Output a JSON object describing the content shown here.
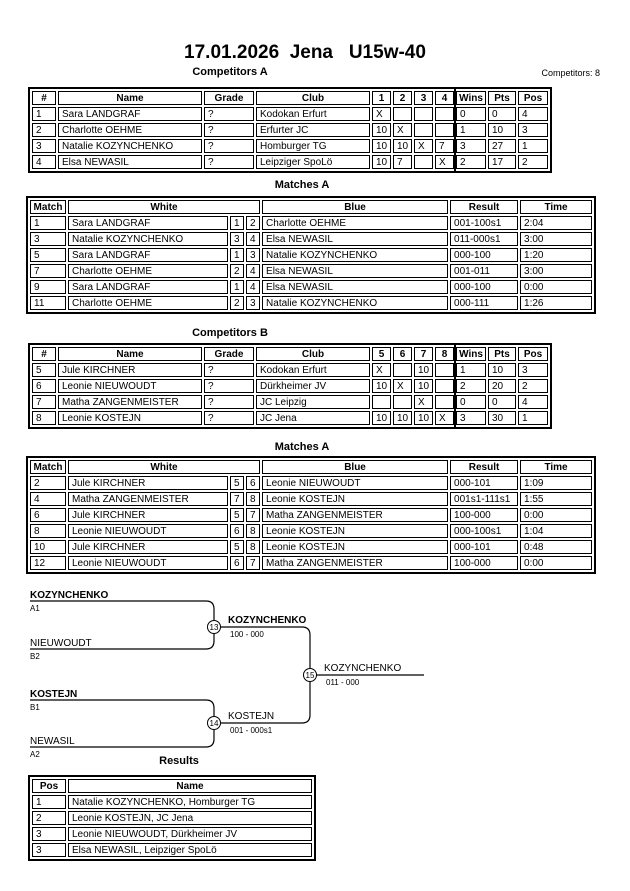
{
  "page": {
    "title": "17.01.2026  Jena   U15w-40",
    "competitors_count": "Competitors: 8"
  },
  "competitors_a": {
    "title": "Competitors A",
    "headers": {
      "no": "#",
      "name": "Name",
      "grade": "Grade",
      "club": "Club",
      "c1": "1",
      "c2": "2",
      "c3": "3",
      "c4": "4",
      "wins": "Wins",
      "pts": "Pts",
      "pos": "Pos"
    },
    "rows": [
      {
        "no": "1",
        "name": "Sara LANDGRAF",
        "grade": "?",
        "club": "Kodokan Erfurt",
        "s1": "X",
        "s2": "",
        "s3": "",
        "s4": "",
        "wins": "0",
        "pts": "0",
        "pos": "4"
      },
      {
        "no": "2",
        "name": "Charlotte OEHME",
        "grade": "?",
        "club": "Erfurter JC",
        "s1": "10",
        "s2": "X",
        "s3": "",
        "s4": "",
        "wins": "1",
        "pts": "10",
        "pos": "3"
      },
      {
        "no": "3",
        "name": "Natalie KOZYNCHENKO",
        "grade": "?",
        "club": "Homburger TG",
        "s1": "10",
        "s2": "10",
        "s3": "X",
        "s4": "7",
        "wins": "3",
        "pts": "27",
        "pos": "1"
      },
      {
        "no": "4",
        "name": "Elsa NEWASIL",
        "grade": "?",
        "club": "Leipziger SpoLö",
        "s1": "10",
        "s2": "7",
        "s3": "",
        "s4": "X",
        "wins": "2",
        "pts": "17",
        "pos": "2"
      }
    ]
  },
  "matches_a": {
    "title": "Matches A",
    "headers": {
      "match": "Match",
      "white": "White",
      "blue": "Blue",
      "result": "Result",
      "time": "Time"
    },
    "rows": [
      {
        "match": "1",
        "white": "Sara LANDGRAF",
        "wn": "1",
        "bn": "2",
        "blue": "Charlotte OEHME",
        "result": "001-100s1",
        "time": "2:04"
      },
      {
        "match": "3",
        "white": "Natalie KOZYNCHENKO",
        "wn": "3",
        "bn": "4",
        "blue": "Elsa NEWASIL",
        "result": "011-000s1",
        "time": "3:00"
      },
      {
        "match": "5",
        "white": "Sara LANDGRAF",
        "wn": "1",
        "bn": "3",
        "blue": "Natalie KOZYNCHENKO",
        "result": "000-100",
        "time": "1:20"
      },
      {
        "match": "7",
        "white": "Charlotte OEHME",
        "wn": "2",
        "bn": "4",
        "blue": "Elsa NEWASIL",
        "result": "001-011",
        "time": "3:00"
      },
      {
        "match": "9",
        "white": "Sara LANDGRAF",
        "wn": "1",
        "bn": "4",
        "blue": "Elsa NEWASIL",
        "result": "000-100",
        "time": "0:00"
      },
      {
        "match": "11",
        "white": "Charlotte OEHME",
        "wn": "2",
        "bn": "3",
        "blue": "Natalie KOZYNCHENKO",
        "result": "000-111",
        "time": "1:26"
      }
    ]
  },
  "competitors_b": {
    "title": "Competitors B",
    "headers": {
      "no": "#",
      "name": "Name",
      "grade": "Grade",
      "club": "Club",
      "c1": "5",
      "c2": "6",
      "c3": "7",
      "c4": "8",
      "wins": "Wins",
      "pts": "Pts",
      "pos": "Pos"
    },
    "rows": [
      {
        "no": "5",
        "name": "Jule KIRCHNER",
        "grade": "?",
        "club": "Kodokan Erfurt",
        "s1": "X",
        "s2": "",
        "s3": "10",
        "s4": "",
        "wins": "1",
        "pts": "10",
        "pos": "3"
      },
      {
        "no": "6",
        "name": "Leonie NIEUWOUDT",
        "grade": "?",
        "club": "Dürkheimer JV",
        "s1": "10",
        "s2": "X",
        "s3": "10",
        "s4": "",
        "wins": "2",
        "pts": "20",
        "pos": "2"
      },
      {
        "no": "7",
        "name": "Matha ZANGENMEISTER",
        "grade": "?",
        "club": "JC Leipzig",
        "s1": "",
        "s2": "",
        "s3": "X",
        "s4": "",
        "wins": "0",
        "pts": "0",
        "pos": "4"
      },
      {
        "no": "8",
        "name": "Leonie KOSTEJN",
        "grade": "?",
        "club": "JC Jena",
        "s1": "10",
        "s2": "10",
        "s3": "10",
        "s4": "X",
        "wins": "3",
        "pts": "30",
        "pos": "1"
      }
    ]
  },
  "matches_b": {
    "title": "Matches A",
    "headers": {
      "match": "Match",
      "white": "White",
      "blue": "Blue",
      "result": "Result",
      "time": "Time"
    },
    "rows": [
      {
        "match": "2",
        "white": "Jule KIRCHNER",
        "wn": "5",
        "bn": "6",
        "blue": "Leonie NIEUWOUDT",
        "result": "000-101",
        "time": "1:09"
      },
      {
        "match": "4",
        "white": "Matha ZANGENMEISTER",
        "wn": "7",
        "bn": "8",
        "blue": "Leonie KOSTEJN",
        "result": "001s1-111s1",
        "time": "1:55"
      },
      {
        "match": "6",
        "white": "Jule KIRCHNER",
        "wn": "5",
        "bn": "7",
        "blue": "Matha ZANGENMEISTER",
        "result": "100-000",
        "time": "0:00"
      },
      {
        "match": "8",
        "white": "Leonie NIEUWOUDT",
        "wn": "6",
        "bn": "8",
        "blue": "Leonie KOSTEJN",
        "result": "000-100s1",
        "time": "1:04"
      },
      {
        "match": "10",
        "white": "Jule KIRCHNER",
        "wn": "5",
        "bn": "8",
        "blue": "Leonie KOSTEJN",
        "result": "000-101",
        "time": "0:48"
      },
      {
        "match": "12",
        "white": "Leonie NIEUWOUDT",
        "wn": "6",
        "bn": "7",
        "blue": "Matha ZANGENMEISTER",
        "result": "100-000",
        "time": "0:00"
      }
    ]
  },
  "bracket": {
    "semi1": {
      "top_name": "KOZYNCHENKO",
      "top_seed": "A1",
      "bottom_name": "NIEUWOUDT",
      "bottom_seed": "B2",
      "number": "13",
      "winner": "KOZYNCHENKO",
      "result": "100 - 000"
    },
    "semi2": {
      "top_name": "KOSTEJN",
      "top_seed": "B1",
      "bottom_name": "NEWASIL",
      "bottom_seed": "A2",
      "number": "14",
      "winner": "KOSTEJN",
      "result": "001 - 000s1"
    },
    "final": {
      "number": "15",
      "winner": "KOZYNCHENKO",
      "result": "011 - 000"
    }
  },
  "results": {
    "title": "Results",
    "headers": {
      "pos": "Pos",
      "name": "Name"
    },
    "rows": [
      {
        "pos": "1",
        "name": "Natalie KOZYNCHENKO, Homburger TG"
      },
      {
        "pos": "2",
        "name": "Leonie KOSTEJN, JC Jena"
      },
      {
        "pos": "3",
        "name": "Leonie NIEUWOUDT, Dürkheimer JV"
      },
      {
        "pos": "3",
        "name": "Elsa NEWASIL, Leipziger SpoLö"
      }
    ]
  }
}
